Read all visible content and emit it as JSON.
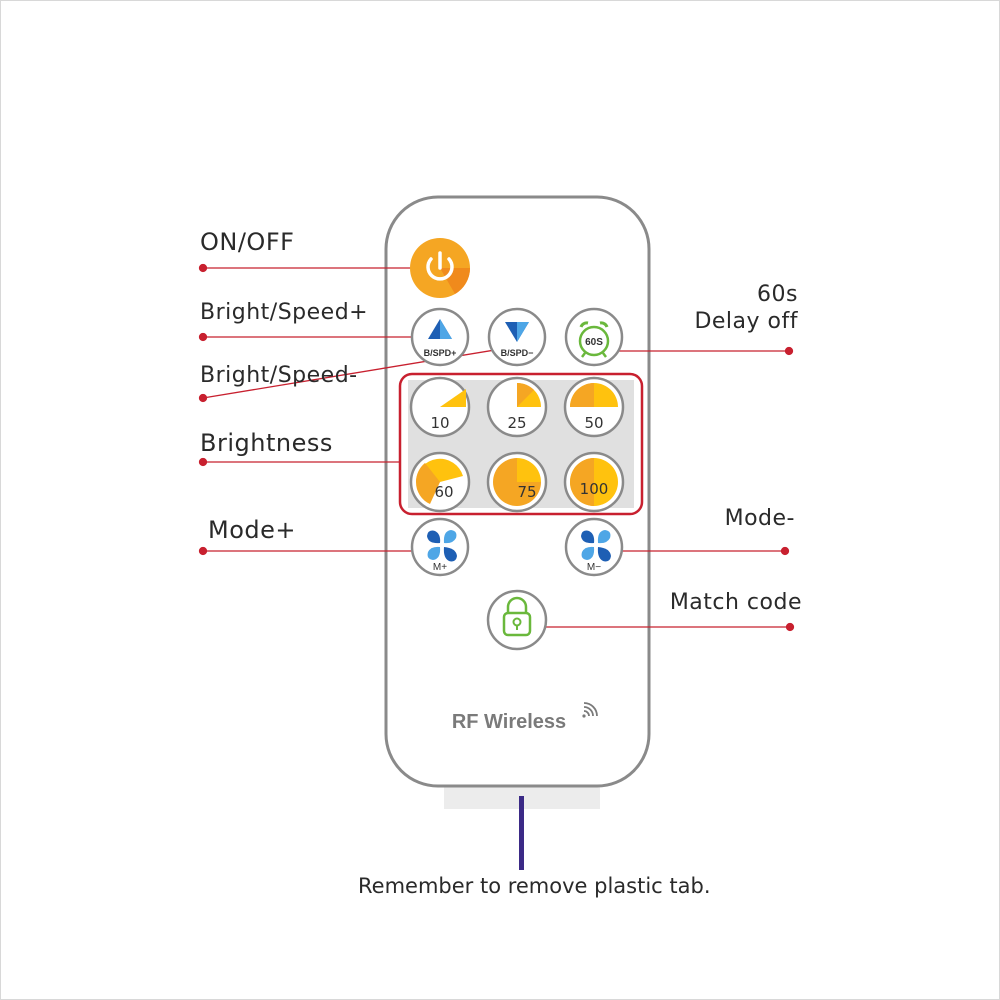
{
  "labels": {
    "on_off": "ON/OFF",
    "bright_speed_plus": "Bright/Speed+",
    "bright_speed_minus": "Bright/Speed-",
    "brightness": "Brightness",
    "mode_plus": "Mode+",
    "delay_line1": "60s",
    "delay_line2": "Delay off",
    "mode_minus": "Mode-",
    "match_code": "Match code"
  },
  "buttons": {
    "bspd_plus": "B/SPD+",
    "bspd_minus": "B/SPD−",
    "timer": "60S",
    "mode_plus": "M+",
    "mode_minus": "M−"
  },
  "brightness_levels": [
    "10",
    "25",
    "50",
    "60",
    "75",
    "100"
  ],
  "brand": "RF Wireless",
  "footer_note": "Remember to remove plastic tab.",
  "colors": {
    "callout_line": "#c8202f",
    "accent_orange": "#f5a623",
    "accent_yellow": "#ffc20e",
    "icon_blue": "#1e5fb4",
    "icon_green": "#6ab83c",
    "remote_border": "#8a8a8a",
    "tab_purple": "#3b2a86"
  }
}
